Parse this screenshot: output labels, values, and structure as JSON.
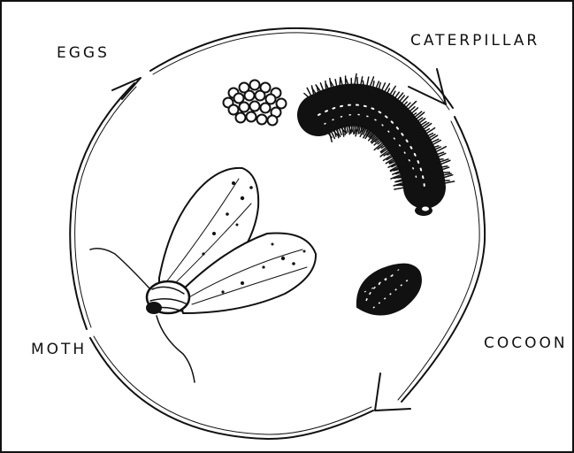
{
  "diagram": {
    "stages": {
      "eggs": "EGGS",
      "caterpillar": "CATERPILLAR",
      "cocoon": "COCOON",
      "moth": "MOTH"
    },
    "colors": {
      "ink": "#111111",
      "background": "#ffffff"
    },
    "icons": {
      "eggs": "egg-cluster-icon",
      "caterpillar": "hairy-caterpillar-icon",
      "cocoon": "cocoon-icon",
      "moth": "moth-icon"
    }
  }
}
